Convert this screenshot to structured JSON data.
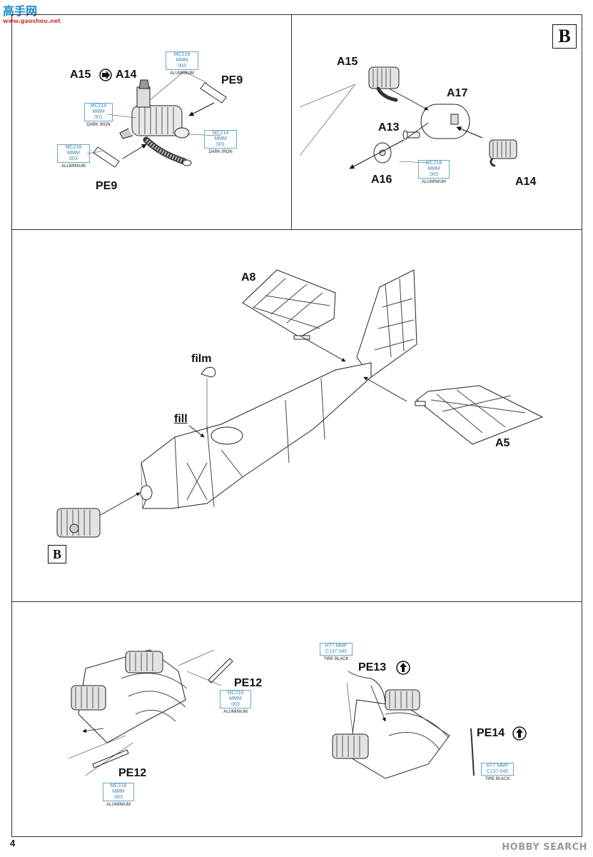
{
  "watermark_top": {
    "name": "高手网",
    "url": "www.gaoshou.net"
  },
  "watermark_bottom": "HOBBY SEARCH",
  "page_number": "4",
  "sec_top_left": {
    "title_a": "A15",
    "title_b": "A14",
    "pe9_top": "PE9",
    "pe9_bottom": "PE9",
    "codes": [
      {
        "box": "MC214\nMMM\n001",
        "sub": "DARK IRON"
      },
      {
        "box": "MC218\nMMM\n003",
        "sub": "ALUMINIUM"
      },
      {
        "box": "MC214\nMMM\n001",
        "sub": "DARK IRON"
      },
      {
        "box": "MC218\nMMM\n003",
        "sub": "ALUMINIUM"
      }
    ]
  },
  "sec_top_right": {
    "box_label": "B",
    "a15": "A15",
    "a17": "A17",
    "a13": "A13",
    "a16": "A16",
    "a14": "A14",
    "code": {
      "box": "MC218\nMMM\n003",
      "sub": "ALUMINIUM"
    }
  },
  "sec_middle": {
    "a8": "A8",
    "a5": "A5",
    "film": "film",
    "fill": "fill",
    "box_label": "B"
  },
  "sec_bottom_left": {
    "pe12_top": "PE12",
    "pe12_bottom": "PE12",
    "codes": [
      {
        "box": "MC218\nMMM\n003",
        "sub": "ALUMINIUM"
      },
      {
        "box": "MC218\nMMM\n003",
        "sub": "ALUMINIUM"
      }
    ]
  },
  "sec_bottom_right": {
    "pe13": "PE13",
    "pe14": "PE14",
    "codes": [
      {
        "box": "H77 MMP\nC137 040",
        "sub": "TIRE BLACK"
      },
      {
        "box": "H77 MMP\nC137 040",
        "sub": "TIRE BLACK"
      }
    ]
  }
}
